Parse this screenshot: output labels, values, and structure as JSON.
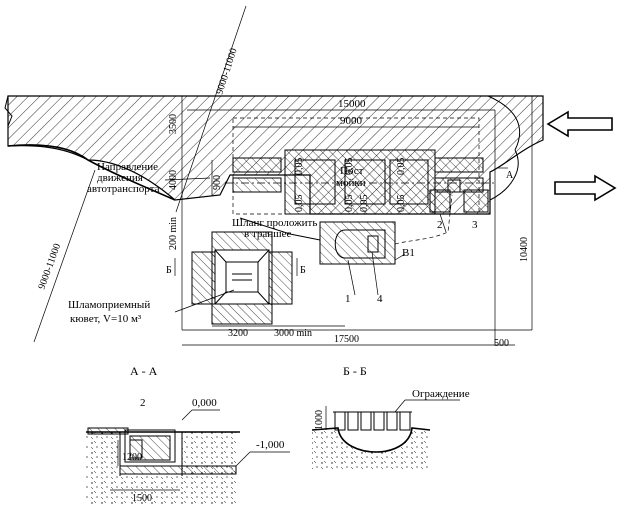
{
  "labels": {
    "direction_line1": "Направление",
    "direction_line2": "движения",
    "direction_line3": "автотранспорта",
    "hose_line1": "Шланг проложить",
    "hose_line2": "в траншее",
    "post_line1": "Пост",
    "post_line2": "мойки",
    "sludge_line1": "Шламоприемный",
    "sludge_line2": "кювет, V=10 м³",
    "section_aa": "А - А",
    "section_bb": "Б - Б",
    "fence": "Ограждение",
    "callout_b1": "В1",
    "callout_1": "1",
    "callout_2": "2",
    "callout_3": "3",
    "callout_4": "4",
    "section_mark_a": "А",
    "section_mark_b": "Б",
    "aa_callout_2": "2"
  },
  "dimensions": {
    "d15000": "15000",
    "d9000": "9000",
    "d9000_11000_a": "9000-11000",
    "d9000_11000_b": "9000-11000",
    "d3500": "3500",
    "d4000": "4000",
    "d900": "900",
    "d200min": "200 min",
    "d10400": "10400",
    "d3200": "3200",
    "d3000min": "3000 min",
    "d17500": "17500",
    "d500": "500",
    "d005_1": "0,05",
    "d005_2": "0,05",
    "d005_3": "0,05",
    "d005_4": "0,05",
    "d005_5": "0,05",
    "d005_6": "0,05",
    "d005_7": "0,05",
    "elev_0": "0,000",
    "elev_m1": "-1,000",
    "d1200": "1200",
    "d1500": "1500",
    "d1000": "1000"
  }
}
